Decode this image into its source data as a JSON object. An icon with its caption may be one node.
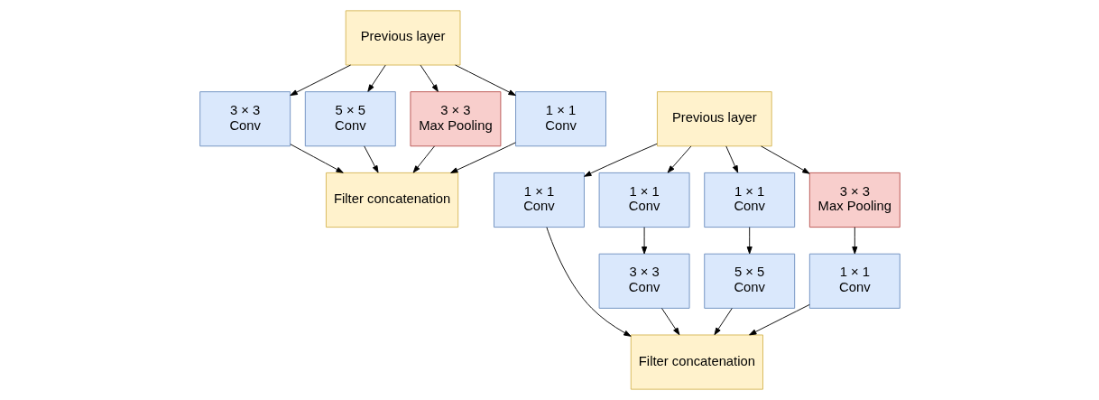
{
  "diagram": {
    "nodes": [
      {
        "text": [
          "Previous layer"
        ]
      },
      {
        "text": [
          "1 × 1",
          "Conv"
        ]
      },
      {
        "text": [
          "3 × 3",
          "Conv"
        ]
      },
      {
        "text": [
          "5 × 5",
          "Conv"
        ]
      },
      {
        "text": [
          "3 × 3",
          "Max Pooling"
        ]
      },
      {
        "text": [
          "Filter concatenation"
        ]
      },
      {
        "text": [
          "Previous layer"
        ]
      },
      {
        "text": [
          "1 × 1",
          "Conv"
        ]
      },
      {
        "text": [
          "1 × 1",
          "Conv"
        ]
      },
      {
        "text": [
          "1 × 1",
          "Conv"
        ]
      },
      {
        "text": [
          "3 × 3",
          "Max Pooling"
        ]
      },
      {
        "text": [
          "3 × 3",
          "Conv"
        ]
      },
      {
        "text": [
          "5 × 5",
          "Conv"
        ]
      },
      {
        "text": [
          "1 × 1",
          "Conv"
        ]
      },
      {
        "text": [
          "Filter concatenation"
        ]
      }
    ],
    "edges": [
      {
        "from": 0,
        "to": 1,
        "arrow": "to"
      },
      {
        "from": 0,
        "to": 2,
        "arrow": "to"
      },
      {
        "from": 0,
        "to": 3,
        "arrow": "to"
      },
      {
        "from": 0,
        "to": 4,
        "arrow": "to"
      },
      {
        "from": 1,
        "to": 5,
        "arrow": "to"
      },
      {
        "from": 2,
        "to": 5,
        "arrow": "to"
      },
      {
        "from": 3,
        "to": 5,
        "arrow": "to"
      },
      {
        "from": 4,
        "to": 5,
        "arrow": "to"
      },
      {
        "from": 6,
        "to": 7,
        "arrow": "to"
      },
      {
        "from": 6,
        "to": 8,
        "arrow": "to"
      },
      {
        "from": 6,
        "to": 9,
        "arrow": "to"
      },
      {
        "from": 6,
        "to": 10,
        "arrow": "to"
      },
      {
        "from": 8,
        "to": 11,
        "arrow": "to"
      },
      {
        "from": 9,
        "to": 12,
        "arrow": "to"
      },
      {
        "from": 10,
        "to": 13,
        "arrow": "to"
      },
      {
        "from": 7,
        "to": 14,
        "arrow": "to"
      },
      {
        "from": 11,
        "to": 14,
        "arrow": "to"
      },
      {
        "from": 12,
        "to": 14,
        "arrow": "to"
      },
      {
        "from": 13,
        "to": 14,
        "arrow": "to"
      }
    ]
  }
}
